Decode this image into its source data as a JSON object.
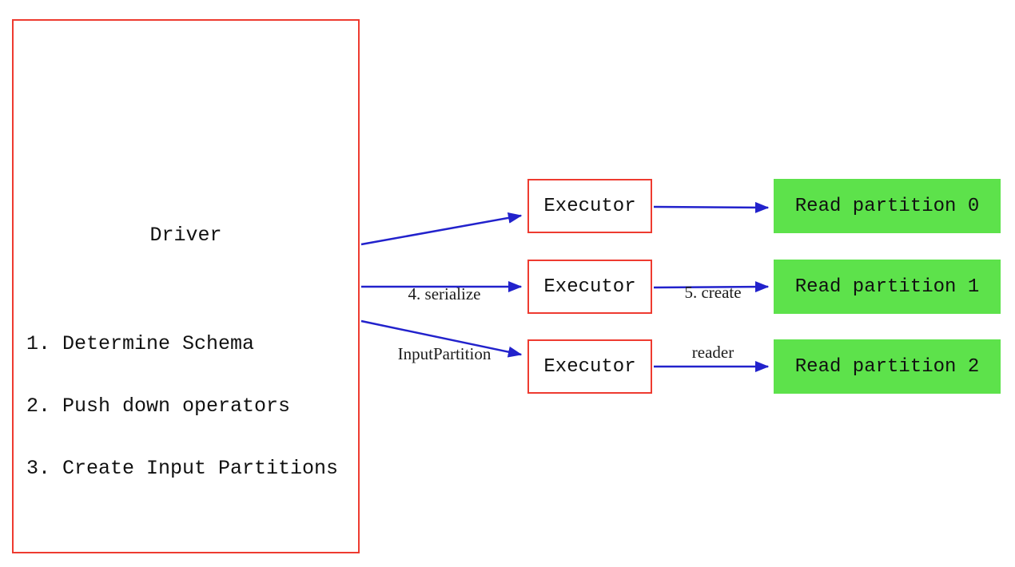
{
  "diagram": {
    "driver": {
      "title": "Driver",
      "steps": [
        "1. Determine Schema",
        "2. Push down operators",
        "3. Create Input Partitions"
      ]
    },
    "executors": [
      {
        "label": "Executor"
      },
      {
        "label": "Executor"
      },
      {
        "label": "Executor"
      }
    ],
    "partitions": [
      {
        "label": "Read partition 0"
      },
      {
        "label": "Read partition 1"
      },
      {
        "label": "Read partition 2"
      }
    ],
    "edge_labels": {
      "serialize": {
        "line1": "4. serialize",
        "line2": "InputPartition"
      },
      "create_reader": {
        "line1": "5. create",
        "line2": "reader"
      }
    },
    "colors": {
      "box_border_red": "#ee3b30",
      "arrow_blue": "#2222cc",
      "partition_green": "#5de24b",
      "text": "#111111",
      "background": "#ffffff"
    }
  }
}
